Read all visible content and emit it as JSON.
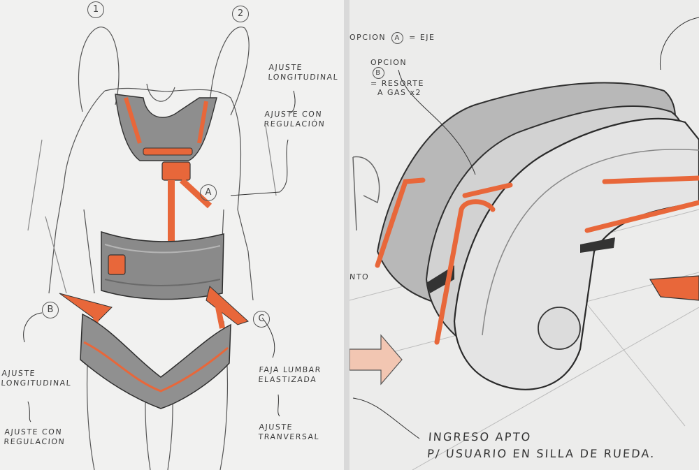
{
  "left_sketch": {
    "view_numbers": [
      "1",
      "2"
    ],
    "markers": [
      "A",
      "B",
      "C"
    ],
    "annotations": {
      "ajuste_longitudinal_top": "AJUSTE\nLONGITUDINAL",
      "ajuste_con_regulacion_top": "AJUSTE CON\nREGULACIÓN",
      "ajuste_longitudinal_left": "AJUSTE\nLONGITUDINAL",
      "ajuste_con_regulacion_left": "AJUSTE CON\nREGULACION",
      "faja_lumbar": "FAJA LUMBAR\nELASTIZADA",
      "ajuste_transversal": "AJUSTE\nTRANVERSAL"
    }
  },
  "right_sketch": {
    "option_a": {
      "prefix": "OPCION",
      "marker": "A",
      "text": "= EJE"
    },
    "option_b": {
      "prefix": "OPCION",
      "marker": "B",
      "text": "= RESORTE\n  A GAS x2"
    },
    "side_fragment": "NTO",
    "bottom_note": "INGRESO APTO\nP/ USUARIO EN SILLA DE RUEDA."
  },
  "colors": {
    "accent_orange": "#e8673a",
    "marker_gray": "#8a8a8a",
    "ink": "#2f2f2f",
    "paper": "#f1f1f0"
  }
}
